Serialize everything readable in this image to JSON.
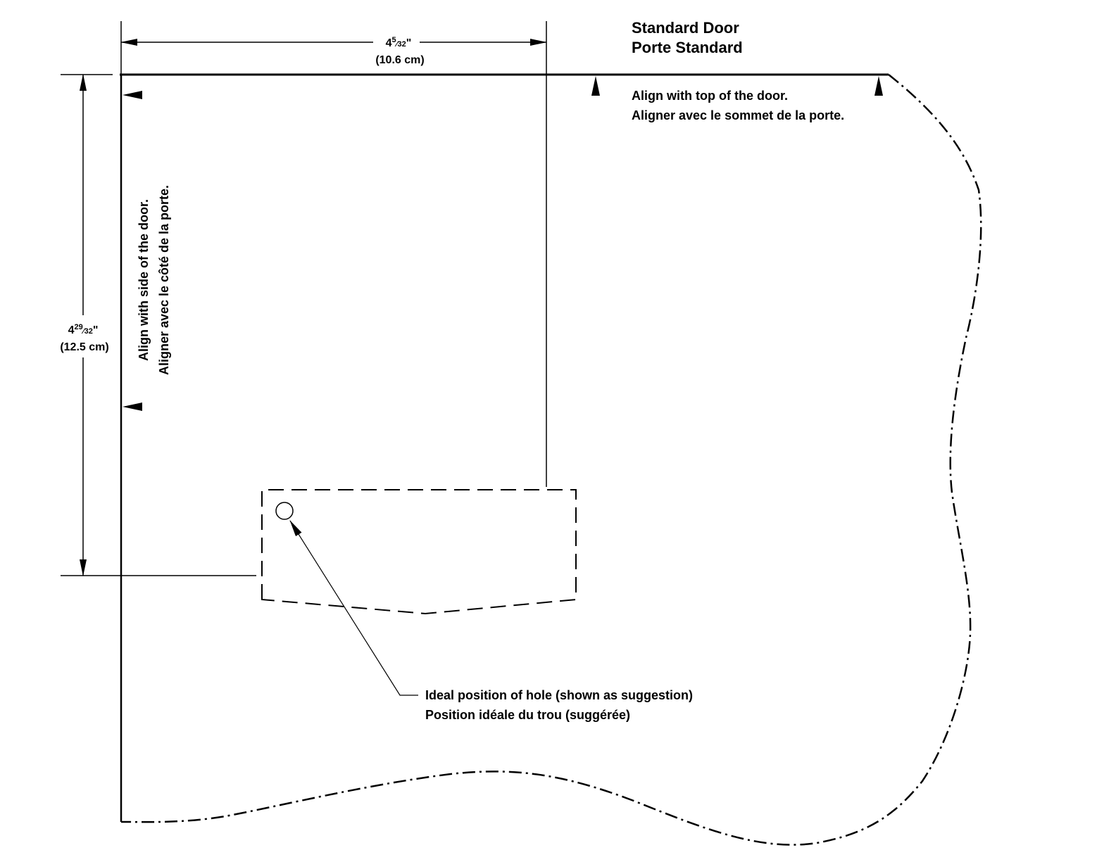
{
  "title": {
    "en": "Standard Door",
    "fr": "Porte Standard"
  },
  "top_note": {
    "en": "Align with top of the door.",
    "fr": "Aligner avec le sommet de la porte."
  },
  "side_note": {
    "en": "Align with side of the door.",
    "fr": "Aligner avec le côté de la porte."
  },
  "hole_note": {
    "en": "Ideal position of hole (shown as suggestion)",
    "fr": "Position idéale du trou (suggérée)"
  },
  "dim_horizontal": {
    "whole": "4",
    "num": "5",
    "den": "32",
    "unit": "\"",
    "metric": "(10.6 cm)"
  },
  "dim_vertical": {
    "whole": "4",
    "num": "29",
    "den": "32",
    "unit": "\"",
    "metric": "(12.5 cm)"
  },
  "colors": {
    "ink": "#000000",
    "background": "#ffffff"
  }
}
